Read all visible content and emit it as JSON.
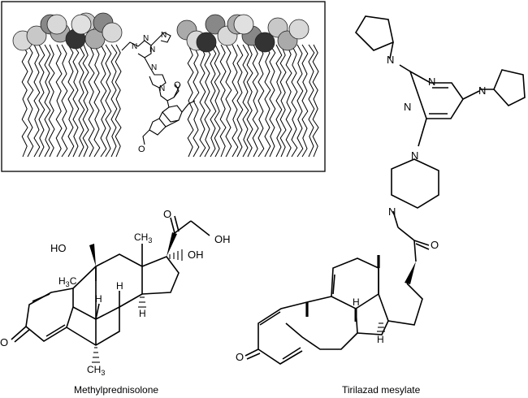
{
  "figure": {
    "inset": {
      "atom_labels": [
        "N",
        "N",
        "N",
        "N",
        "N",
        "N",
        "O",
        "O"
      ]
    },
    "methylprednisolone": {
      "name": "Methylprednisolone",
      "labels": {
        "ho_11": "HO",
        "oh_21": "OH",
        "oh_17": "OH",
        "o_20": "O",
        "o_3": "O",
        "ch3_18": "CH",
        "ch3_19_pre": "H",
        "ch3_19_c": "C",
        "ch3_6": "CH",
        "sub3": "3",
        "h8": "H",
        "h9": "H",
        "h14": "H"
      }
    },
    "tirilazad": {
      "name": "Tirilazad mesylate",
      "labels": {
        "n_pyr_left": "N",
        "n_pyr_right": "N",
        "n_pym_1": "N",
        "n_pym_3": "N",
        "n_pip_top": "N",
        "n_pip_bottom": "N",
        "o_ketone": "O",
        "o_3": "O",
        "h8": "H",
        "h14": "H"
      }
    }
  }
}
